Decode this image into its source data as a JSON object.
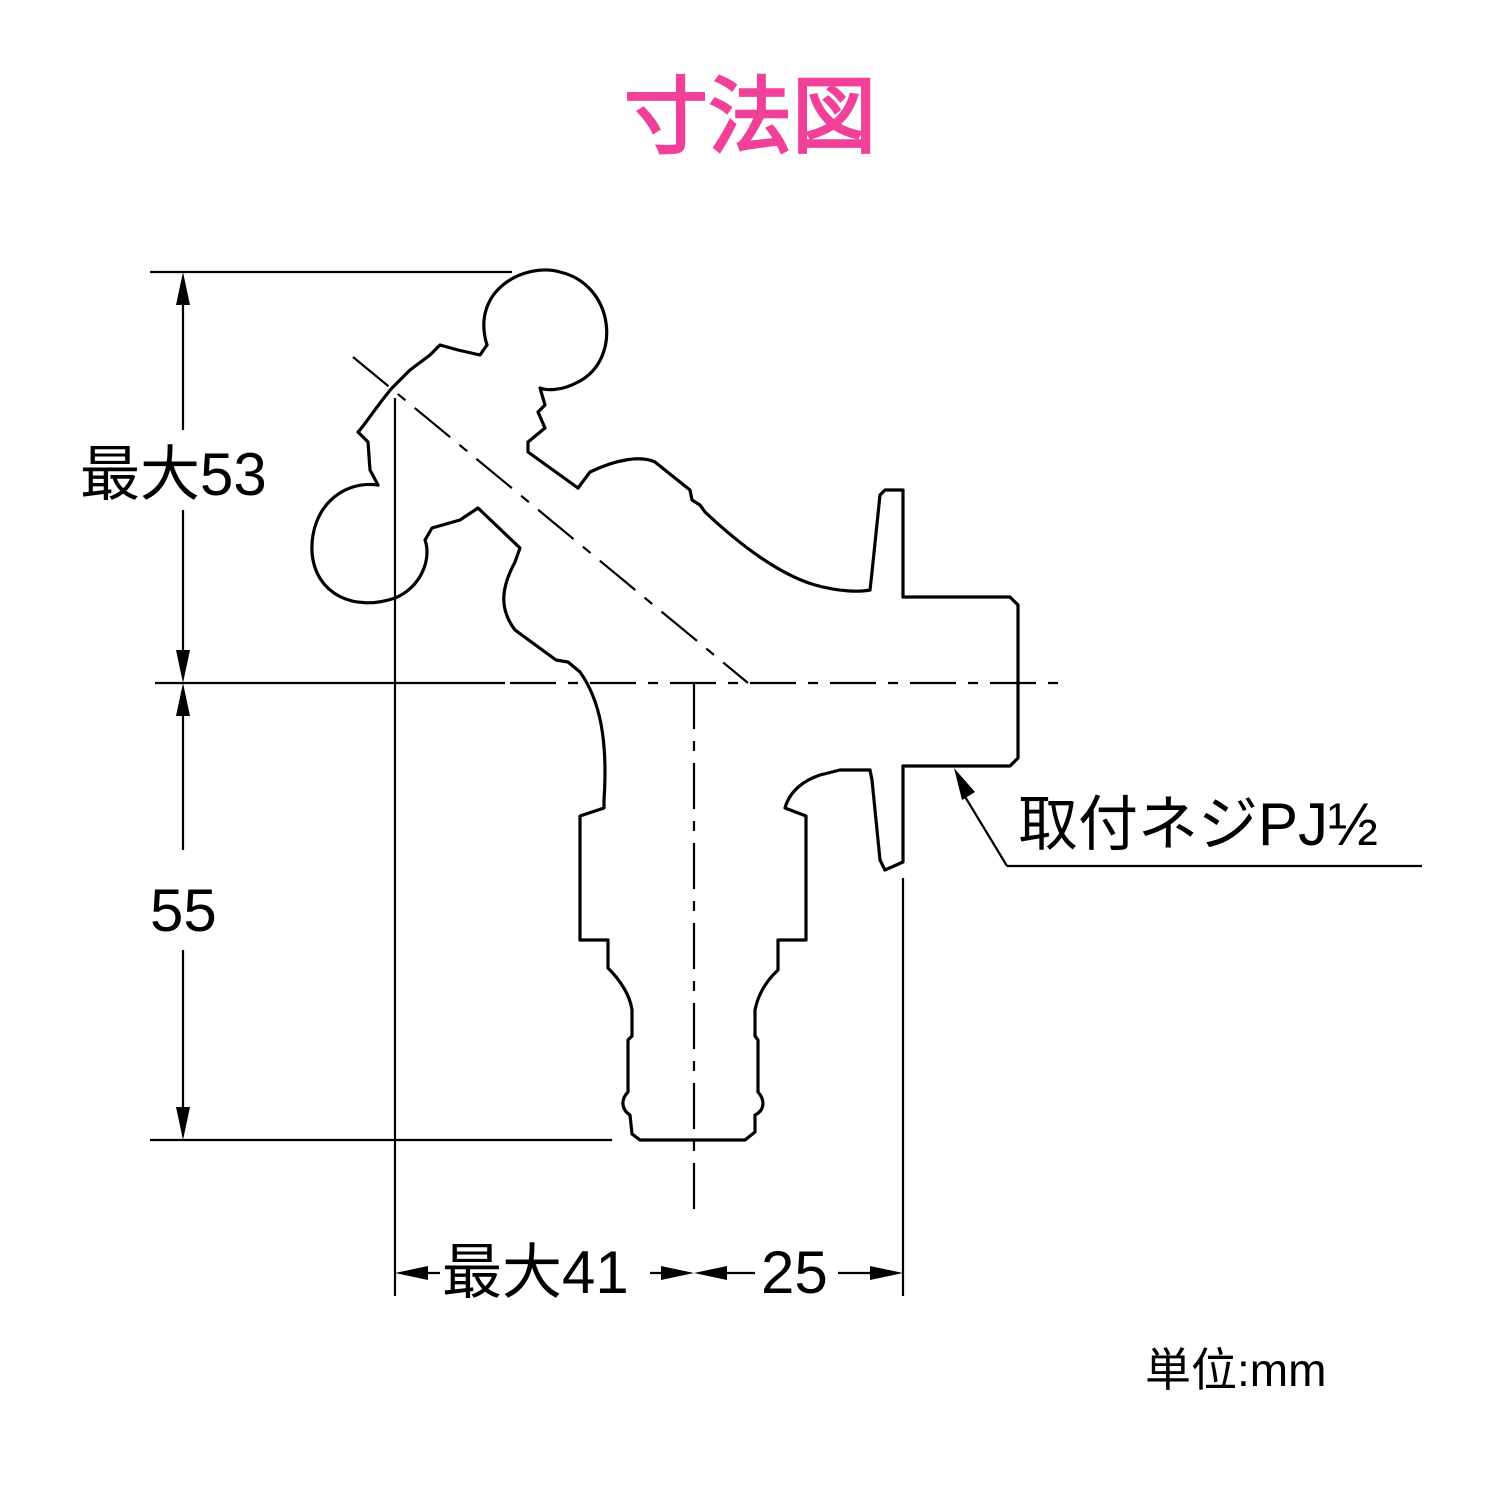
{
  "title": {
    "text": "寸法図",
    "color": "#F0409A"
  },
  "dimensions": {
    "height_top": "最大53",
    "height_bottom": "55",
    "width_left": "最大41",
    "width_right": "25",
    "thread_label": "取付ネジPJ½"
  },
  "unit_label": "単位:mm"
}
